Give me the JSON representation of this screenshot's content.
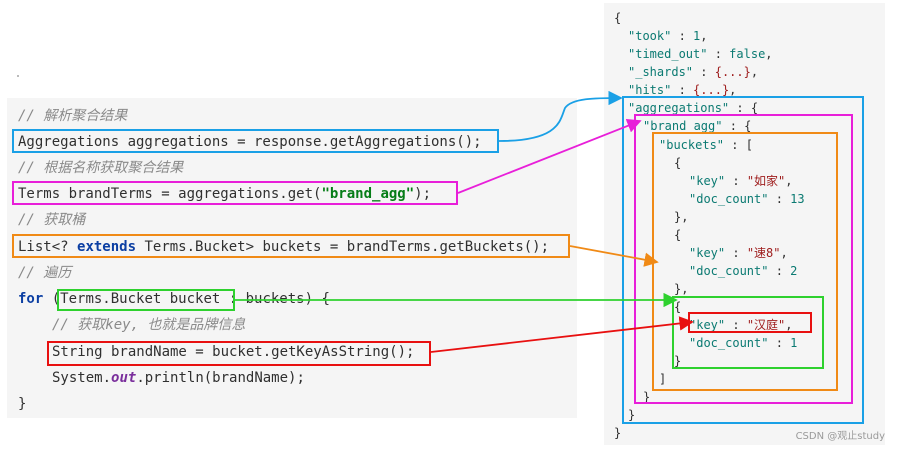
{
  "code": {
    "c1": "// 解析聚合结果",
    "l1": "Aggregations aggregations = response.getAggregations();",
    "c2": "// 根据名称获取聚合结果",
    "l2_pre": "Terms brandTerms = aggregations.get(",
    "l2_str": "\"brand_agg\"",
    "l2_post": ");",
    "c3": "// 获取桶",
    "l3_pre": "List<? ",
    "l3_kw": "extends",
    "l3_post": " Terms.Bucket> buckets = brandTerms.getBuckets();",
    "c4": "// 遍历",
    "l4_kw": "for",
    "l4_post": " (Terms.Bucket bucket : buckets) {",
    "c5": "// 获取key, 也就是品牌信息",
    "l5": "String brandName = bucket.getKeyAsString();",
    "l6_pre": "System.",
    "l6_fld": "out",
    "l6_post": ".println(brandName);",
    "l7": "}"
  },
  "json": {
    "open": "{",
    "took_key": "\"took\"",
    "took_val": "1",
    "timed_key": "\"timed_out\"",
    "timed_val": "false",
    "shards_key": "\"_shards\"",
    "shards_val": "{...}",
    "hits_key": "\"hits\"",
    "hits_val": "{...}",
    "agg_key": "\"aggregations\"",
    "brand_key": "\"brand_agg\"",
    "buckets_key": "\"buckets\"",
    "b1_key": "\"如家\"",
    "b1_count": "13",
    "b2_key": "\"速8\"",
    "b2_count": "2",
    "b3_key": "\"汉庭\"",
    "b3_count": "1",
    "key_label": "\"key\"",
    "count_label": "\"doc_count\"",
    "close": "}"
  },
  "watermark": "CSDN @观止study",
  "colors": {
    "blue": "#1aa0e6",
    "magenta": "#e81fd9",
    "orange": "#f08a16",
    "green": "#2ed12e",
    "red": "#e81010"
  }
}
